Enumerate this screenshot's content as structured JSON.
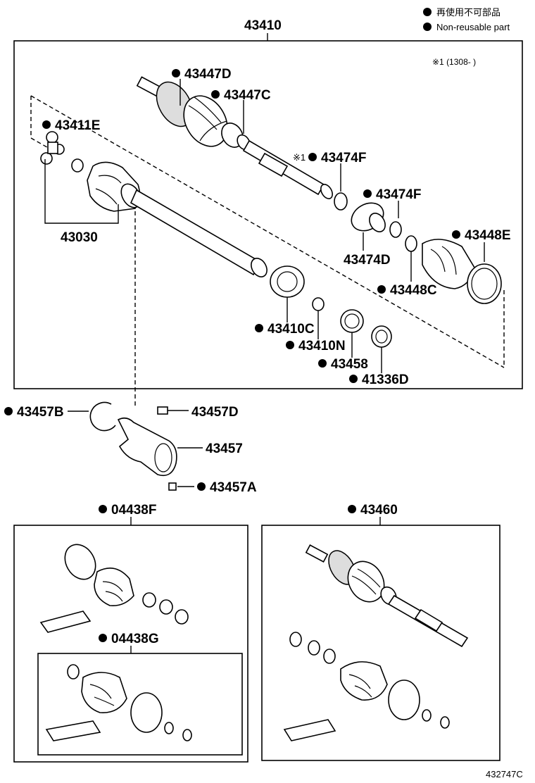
{
  "legend": {
    "jp": "再使用不可部品",
    "en": "Non-reusable part",
    "note": "※1 (1308-     )"
  },
  "assembly_number": "43410",
  "parts": {
    "p43447D": "43447D",
    "p43447C": "43447C",
    "p43411E": "43411E",
    "p43474F_a_mark": "※1",
    "p43474F_a": "43474F",
    "p43474F_b": "43474F",
    "p43030": "43030",
    "p43474D": "43474D",
    "p43448E": "43448E",
    "p43448C": "43448C",
    "p43410C": "43410C",
    "p43410N": "43410N",
    "p43458": "43458",
    "p41336D": "41336D",
    "p43457B": "43457B",
    "p43457D": "43457D",
    "p43457": "43457",
    "p43457A": "43457A",
    "p04438F": "04438F",
    "p04438G": "04438G",
    "p43460": "43460"
  },
  "figure_id": "432747C"
}
